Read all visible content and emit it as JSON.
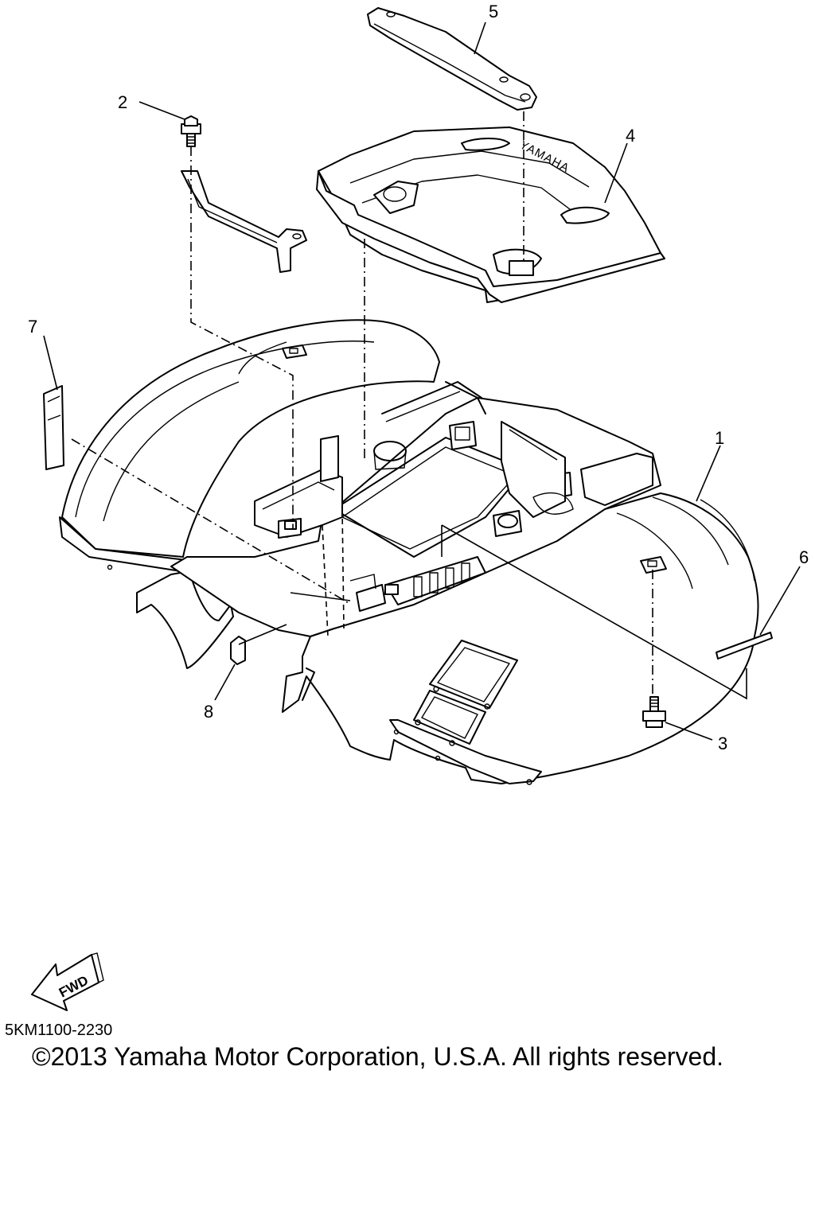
{
  "parts": [
    {
      "number": "1",
      "description": "rear fender"
    },
    {
      "number": "2",
      "description": "bolt"
    },
    {
      "number": "3",
      "description": "bolt"
    },
    {
      "number": "4",
      "description": "rear fender cover"
    },
    {
      "number": "5",
      "description": "rear carrier bracket"
    },
    {
      "number": "6",
      "description": "emblem label"
    },
    {
      "number": "7",
      "description": "reflector"
    },
    {
      "number": "8",
      "description": "clip"
    }
  ],
  "cover_emblem": "YAMAHA",
  "direction_label": "FWD",
  "drawing_code": "5KM1100-2230",
  "copyright": "©2013 Yamaha Motor Corporation, U.S.A. All rights reserved."
}
